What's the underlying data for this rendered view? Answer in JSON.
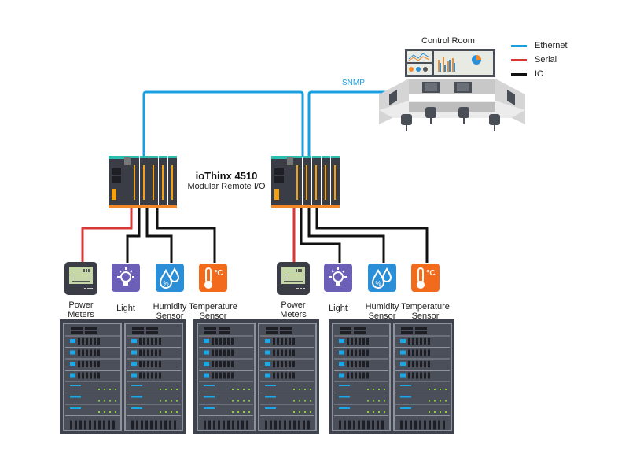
{
  "legend": {
    "items": [
      {
        "label": "Ethernet",
        "color": "#1a9fe0"
      },
      {
        "label": "Serial",
        "color": "#d93636"
      },
      {
        "label": "IO",
        "color": "#111111"
      }
    ]
  },
  "control_room": {
    "label": "Control Room"
  },
  "snmp_label": "SNMP",
  "device": {
    "name": "ioThinx 4510",
    "description": "Modular Remote I/O"
  },
  "sensor_groups": [
    {
      "sensors": [
        {
          "type": "power-meter",
          "label_line1": "Power",
          "label_line2": "Meters",
          "color": "#3a3d45"
        },
        {
          "type": "light",
          "label_line1": "Light",
          "label_line2": "",
          "color": "#6b5fb8"
        },
        {
          "type": "humidity",
          "label_line1": "Humidity",
          "label_line2": "Sensor",
          "color": "#2a8fd6"
        },
        {
          "type": "temperature",
          "label_line1": "Temperature",
          "label_line2": "Sensor",
          "color": "#f26a1b"
        }
      ]
    },
    {
      "sensors": [
        {
          "type": "power-meter",
          "label_line1": "Power",
          "label_line2": "Meters",
          "color": "#3a3d45"
        },
        {
          "type": "light",
          "label_line1": "Light",
          "label_line2": "",
          "color": "#6b5fb8"
        },
        {
          "type": "humidity",
          "label_line1": "Humidity",
          "label_line2": "Sensor",
          "color": "#2a8fd6"
        },
        {
          "type": "temperature",
          "label_line1": "Temperature",
          "label_line2": "Sensor",
          "color": "#f26a1b"
        }
      ]
    }
  ],
  "temp_unit": "°C",
  "humidity_symbol": "%",
  "rack_groups": 3,
  "racks_per_group": 2
}
